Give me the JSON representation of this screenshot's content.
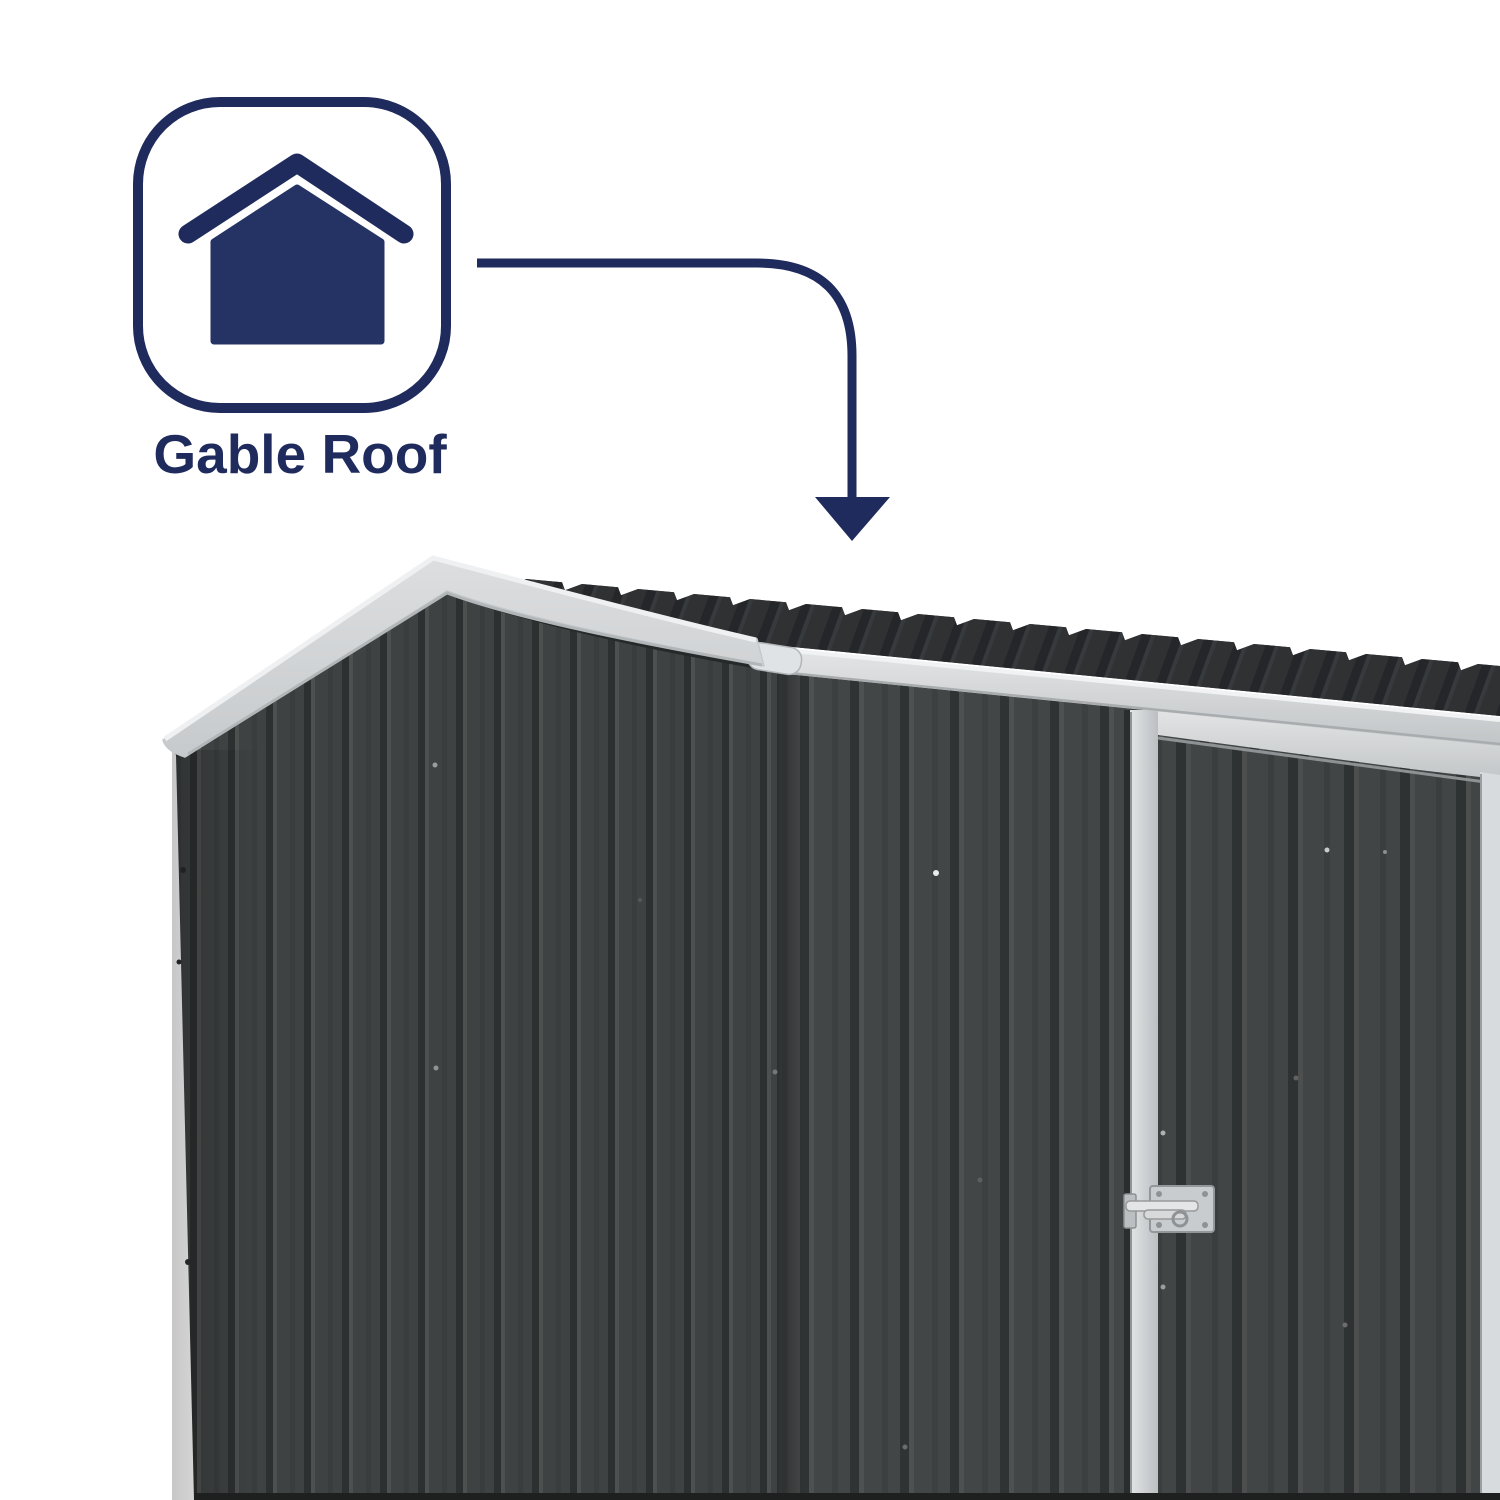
{
  "annotation": {
    "label": "Gable Roof",
    "accent_color": "#1f2b5c",
    "icon": "house-gable-roof-icon",
    "arrow": "curved-arrow-down"
  },
  "product_image": {
    "subject": "dark corrugated metal garden shed with gable roof and single door",
    "colors": {
      "background": "#ffffff",
      "wall_base": "#3f4242",
      "wall_groove": "#2d3030",
      "wall_highlight": "#4c504f",
      "roof_dark": "#2c2e30",
      "trim_white": "#d4d7d9",
      "door_frame": "#d9dcde",
      "latch_silver": "#c9ccce"
    }
  }
}
